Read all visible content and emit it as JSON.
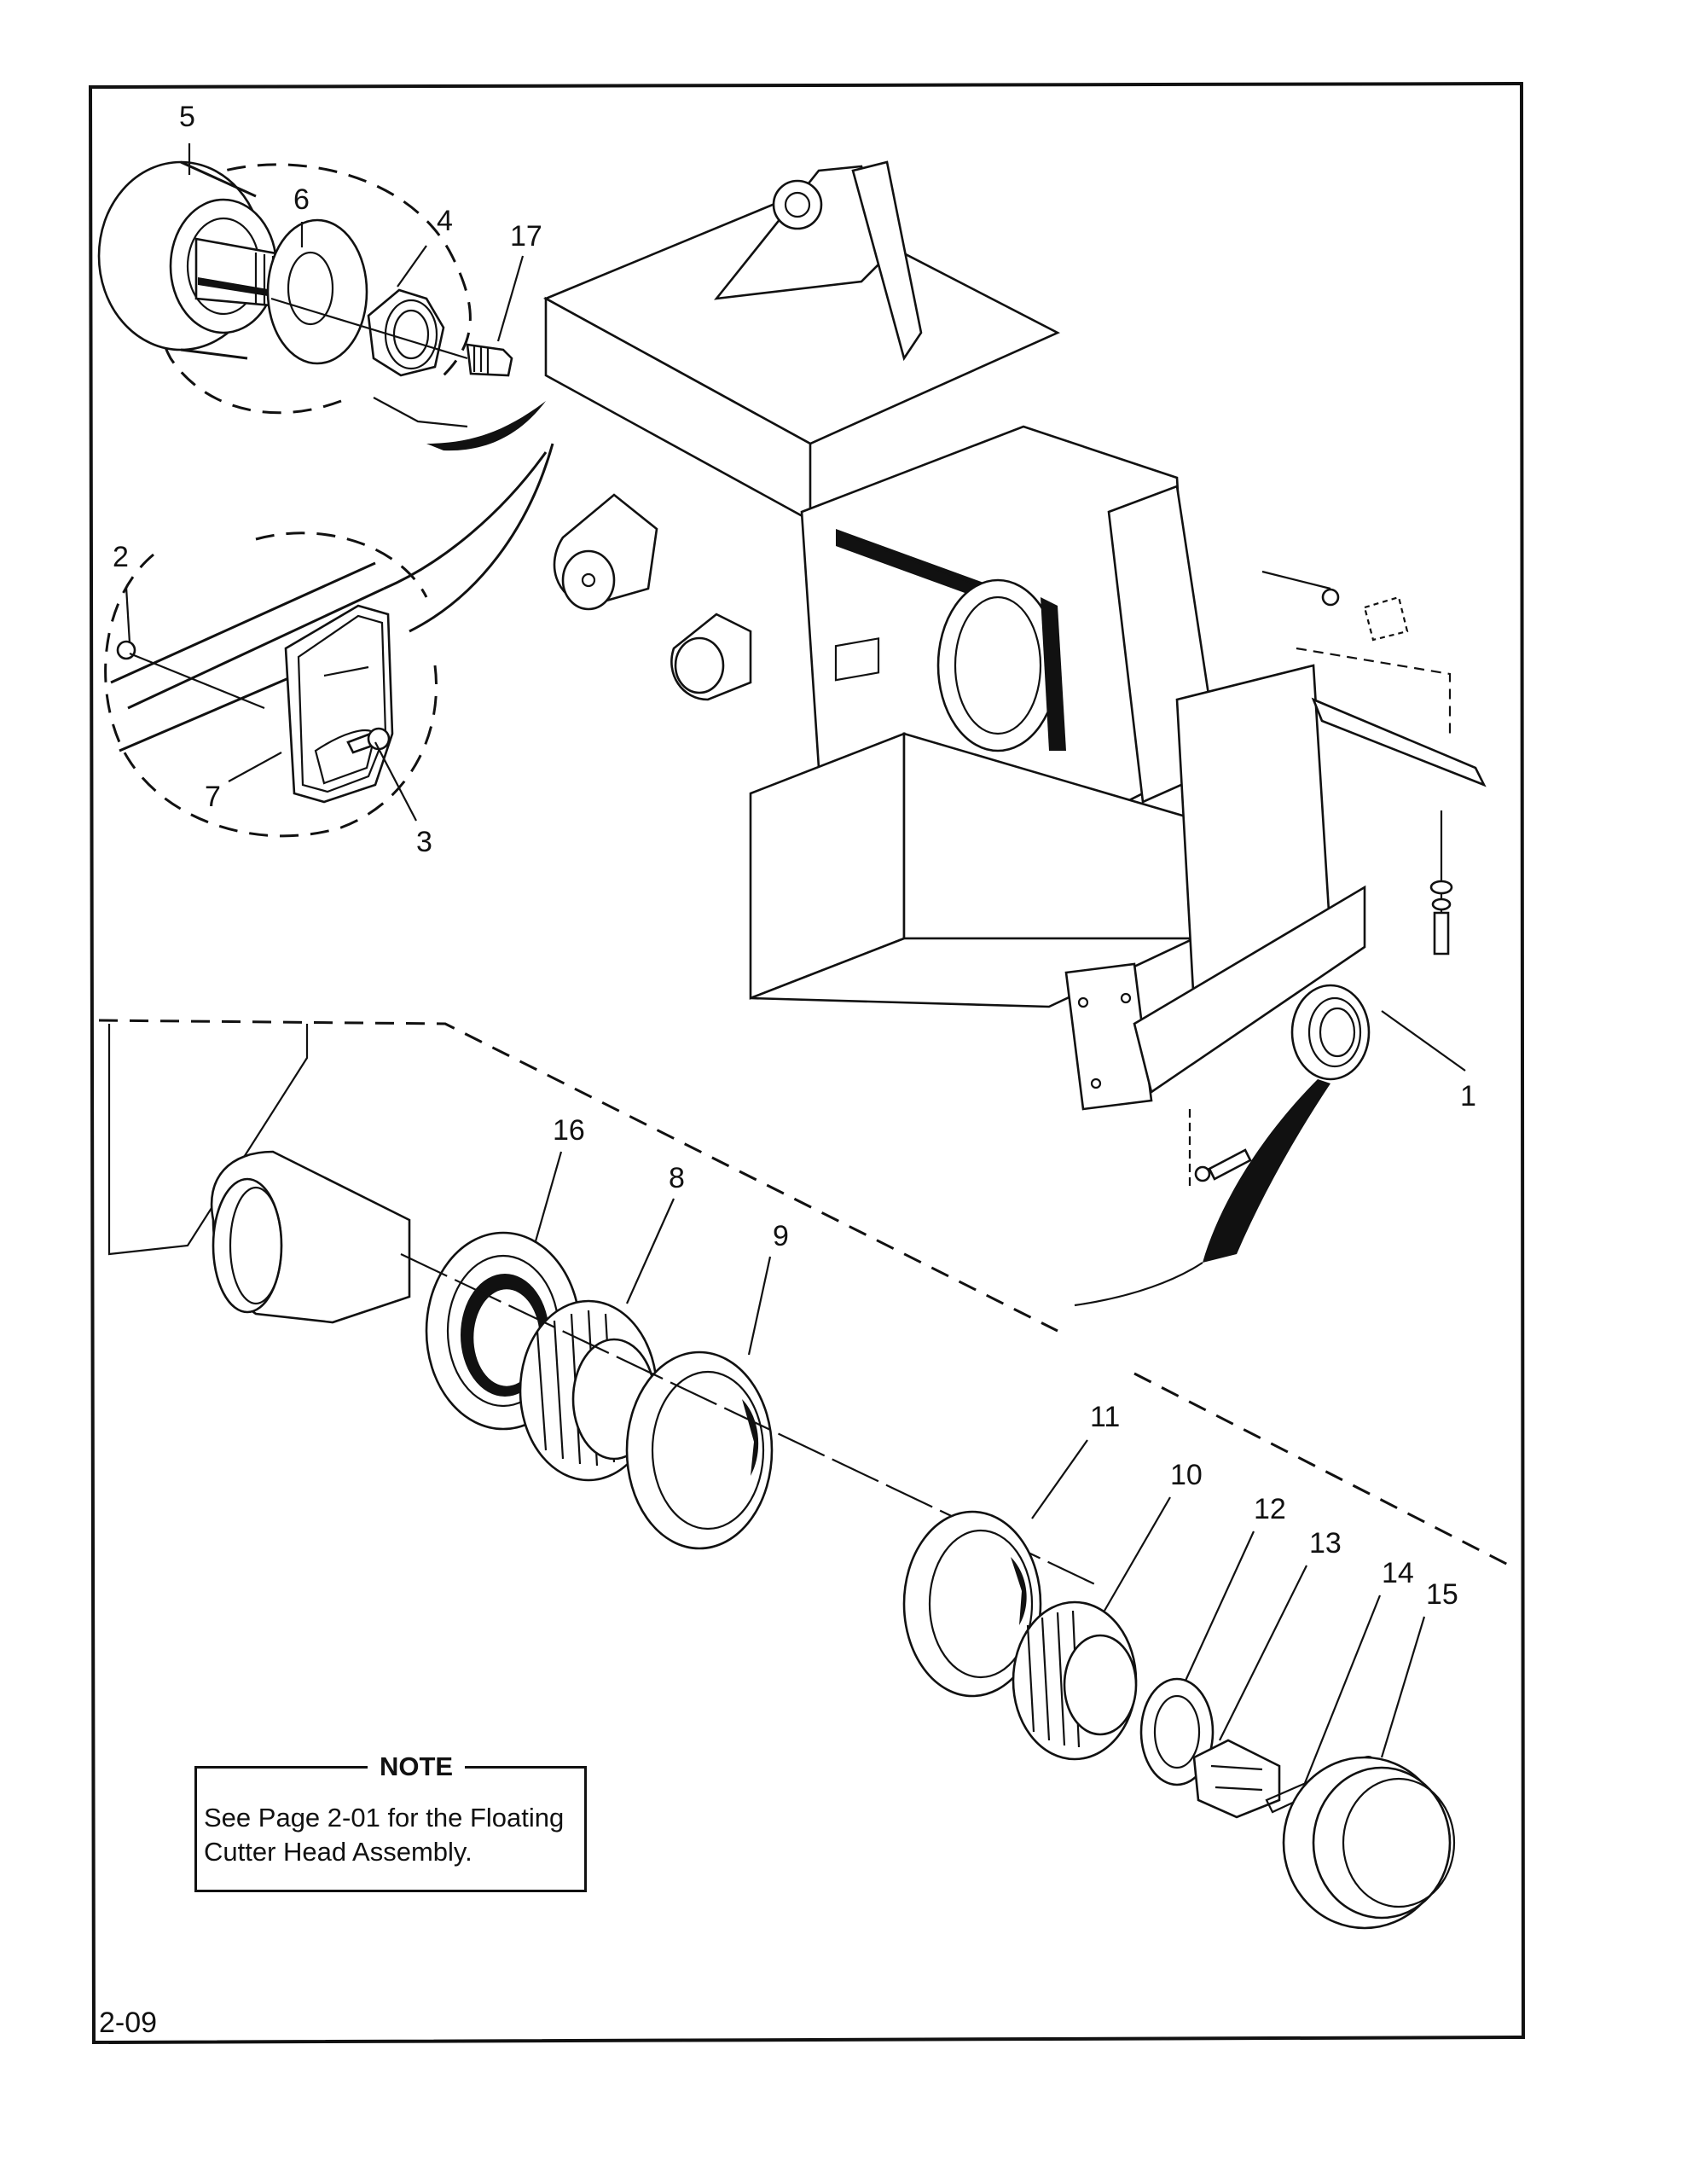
{
  "page": {
    "page_number": "2-09"
  },
  "note": {
    "title": "NOTE",
    "text": "See Page 2-01 for the Floating Cutter Head Assembly."
  },
  "diagram": {
    "type": "exploded parts view",
    "callouts": [
      {
        "id": "1",
        "label": "1"
      },
      {
        "id": "2",
        "label": "2"
      },
      {
        "id": "3",
        "label": "3"
      },
      {
        "id": "4",
        "label": "4"
      },
      {
        "id": "5",
        "label": "5"
      },
      {
        "id": "6",
        "label": "6"
      },
      {
        "id": "7",
        "label": "7"
      },
      {
        "id": "8",
        "label": "8"
      },
      {
        "id": "9",
        "label": "9"
      },
      {
        "id": "10",
        "label": "10"
      },
      {
        "id": "11",
        "label": "11"
      },
      {
        "id": "12",
        "label": "12"
      },
      {
        "id": "13",
        "label": "13"
      },
      {
        "id": "14",
        "label": "14"
      },
      {
        "id": "15",
        "label": "15"
      },
      {
        "id": "16",
        "label": "16"
      },
      {
        "id": "17",
        "label": "17"
      }
    ]
  }
}
